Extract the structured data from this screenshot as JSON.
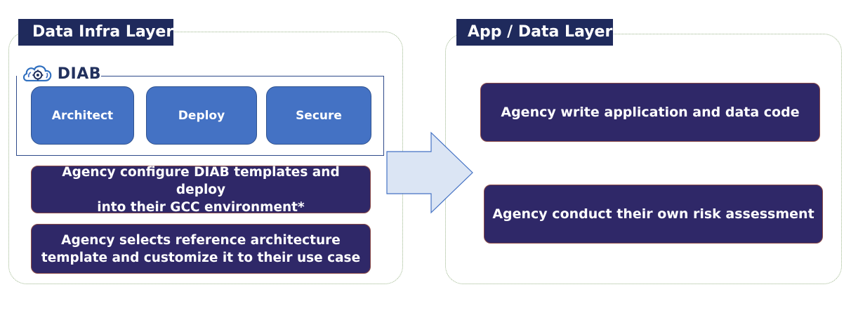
{
  "left_layer": {
    "title": "Data Infra Layer",
    "logo": {
      "icon": "cloud-gear-icon",
      "text": "DIAB"
    },
    "phases": [
      {
        "label": "Architect"
      },
      {
        "label": "Deploy"
      },
      {
        "label": "Secure"
      }
    ],
    "actions": [
      {
        "line1": "Agency configure DIAB templates and deploy",
        "line2": "into their GCC environment*"
      },
      {
        "line1": "Agency selects reference architecture",
        "line2": "template and customize it to their use case"
      }
    ]
  },
  "right_layer": {
    "title": "App / Data Layer",
    "actions": [
      {
        "text": "Agency write application and data code"
      },
      {
        "text": "Agency conduct their own risk assessment"
      }
    ]
  },
  "connector": {
    "icon": "right-arrow-icon"
  },
  "colors": {
    "title_bg": "#1f2a5c",
    "phase_fill": "#4472c4",
    "action_fill": "#2f2868",
    "action_border": "#8b4a47",
    "arrow_fill": "#dbe5f4",
    "arrow_stroke": "#4472c4",
    "panel_border": "#9bb58a"
  }
}
